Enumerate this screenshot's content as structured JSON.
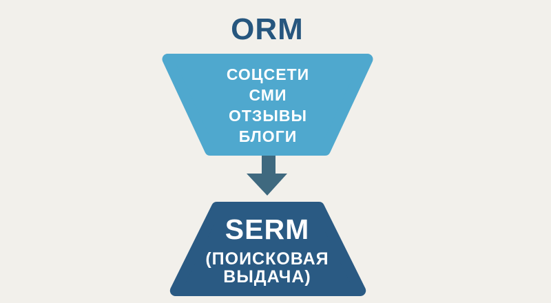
{
  "background_color": "#f2f0eb",
  "diagram": {
    "title": "ORM",
    "title_color": "#26567e",
    "funnel": {
      "label_items": [
        "СОЦСЕТИ",
        "СМИ",
        "ОТЗЫВЫ",
        "БЛОГИ"
      ],
      "fill_color": "#4fa8ce",
      "text_color": "#ffffff"
    },
    "arrow": {
      "direction": "down",
      "color": "#3f697f"
    },
    "result": {
      "title": "SERM",
      "subtitle_line1": "(ПОИСКОВАЯ",
      "subtitle_line2": "ВЫДАЧА)",
      "fill_color": "#2a5a83",
      "text_color": "#ffffff"
    }
  }
}
